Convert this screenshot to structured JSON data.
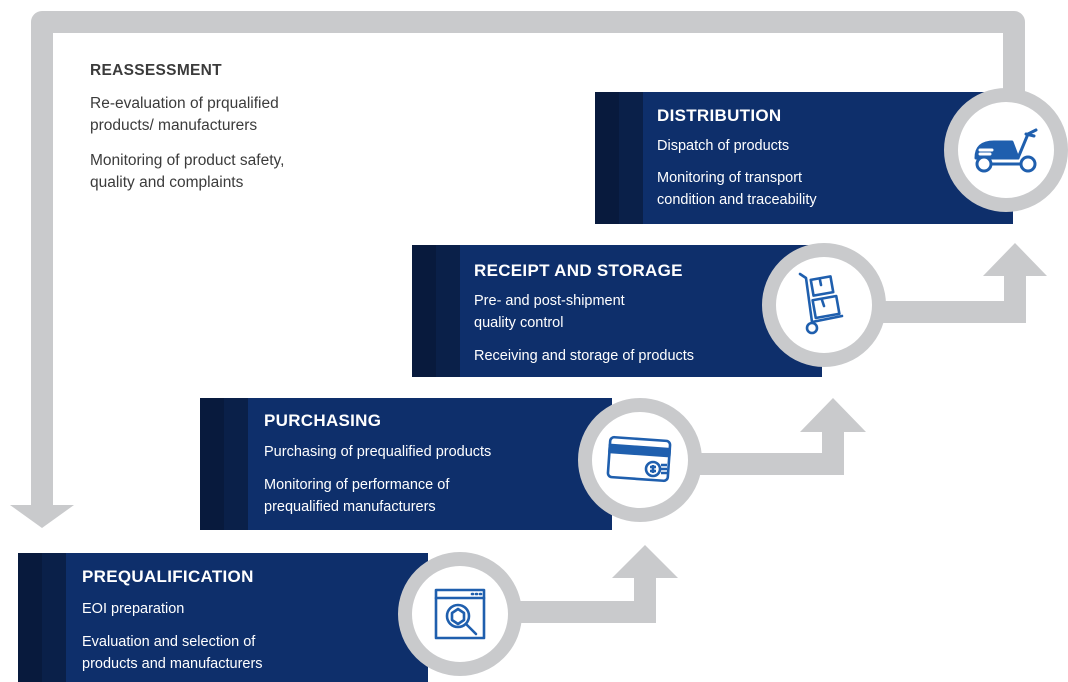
{
  "colors": {
    "card": "#0e2f6b",
    "card_strip": "#0a2049",
    "arrow": "#c9cacc",
    "icon": "#1f5fae"
  },
  "reassessment": {
    "title": "REASSESSMENT",
    "lines": [
      "Re-evaluation of prqualified",
      "products/ manufacturers",
      "Monitoring of product safety,",
      "quality and complaints"
    ]
  },
  "stages": {
    "prequalification": {
      "title": "PREQUALIFICATION",
      "lines": [
        "EOI preparation",
        "Evaluation and selection of",
        "products and manufacturers"
      ],
      "icon": "browser-search-box-icon"
    },
    "purchasing": {
      "title": "PURCHASING",
      "lines": [
        "Purchasing of prequalified products",
        "Monitoring of performance of",
        "prequalified manufacturers"
      ],
      "icon": "credit-card-icon"
    },
    "receipt": {
      "title": "RECEIPT AND STORAGE",
      "lines": [
        "Pre- and post-shipment",
        "quality control",
        "Receiving and storage of products"
      ],
      "icon": "hand-truck-boxes-icon"
    },
    "distribution": {
      "title": "DISTRIBUTION",
      "lines": [
        "Dispatch of products",
        "Monitoring of transport",
        "condition and traceability"
      ],
      "icon": "scooter-icon"
    }
  }
}
